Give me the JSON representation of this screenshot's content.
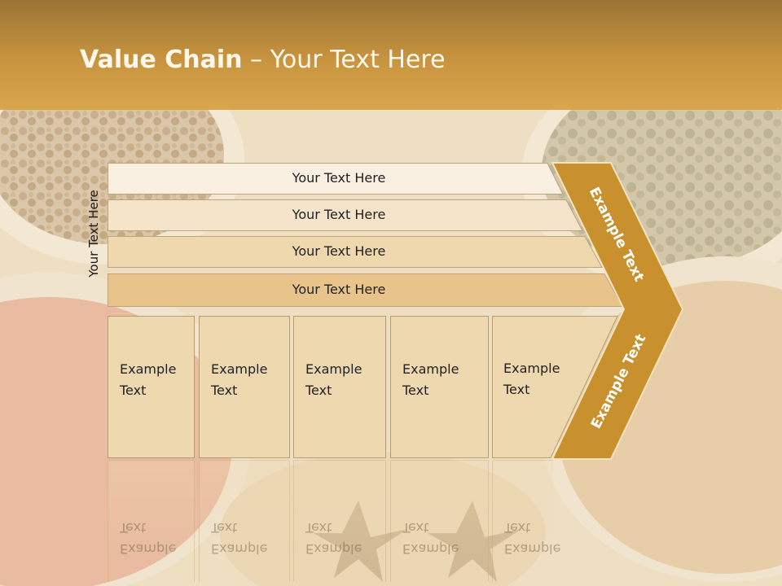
{
  "title": {
    "bold": "Value Chain",
    "rest": " – Your Text Here"
  },
  "side_label": "Your Text Here",
  "rows": [
    {
      "label": "Your Text Here"
    },
    {
      "label": "Your Text Here"
    },
    {
      "label": "Your Text Here"
    },
    {
      "label": "Your Text Here"
    }
  ],
  "boxes": [
    {
      "line1": "Example",
      "line2": "Text"
    },
    {
      "line1": "Example",
      "line2": "Text"
    },
    {
      "line1": "Example",
      "line2": "Text"
    },
    {
      "line1": "Example",
      "line2": "Text"
    },
    {
      "line1": "Example",
      "line2": "Text"
    }
  ],
  "chevron": {
    "upper": "Example Text",
    "lower": "Example Text"
  },
  "colors": {
    "chevron": "#c8912e",
    "row_fills": [
      "#faf0e2",
      "#f4e4ca",
      "#efd7ae",
      "#e9c48a"
    ],
    "box_fill": "#eed8af"
  }
}
